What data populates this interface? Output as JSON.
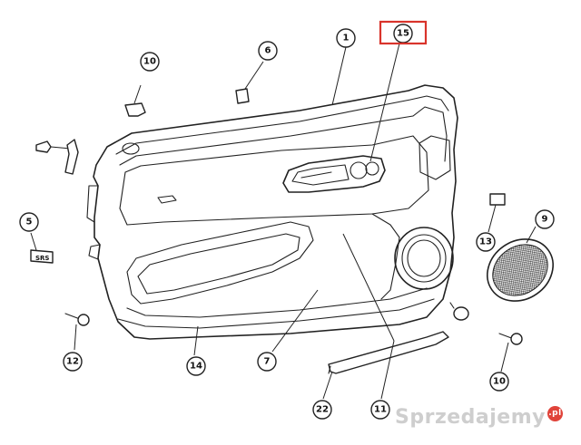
{
  "callouts": [
    "1",
    "6",
    "10",
    "15",
    "5",
    "13",
    "9",
    "12",
    "14",
    "7",
    "10",
    "22",
    "11"
  ],
  "srs_label": "SRS",
  "highlight_color": "#d9342b",
  "watermark": {
    "text": "Sprzedajemy",
    "badge": ".pl"
  }
}
